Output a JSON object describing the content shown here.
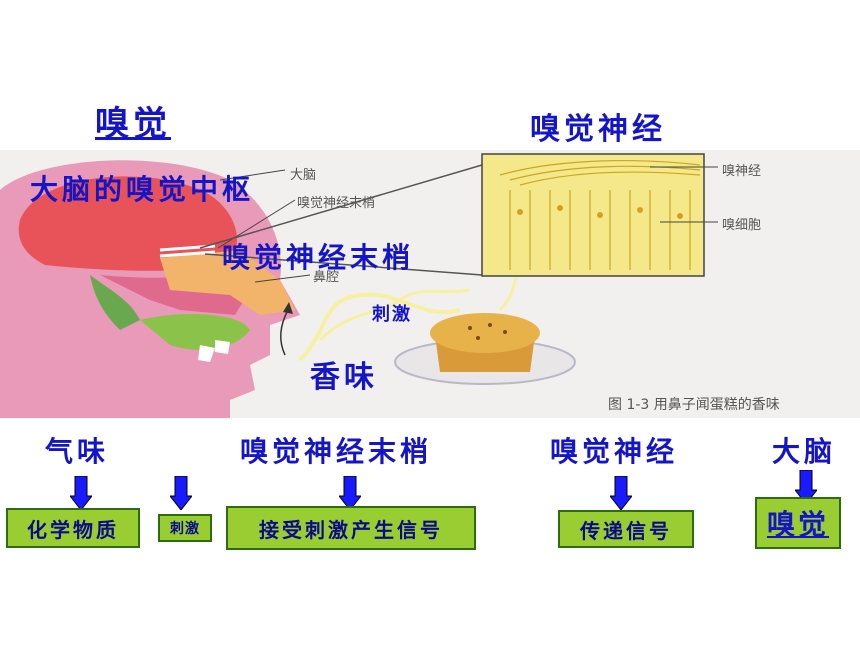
{
  "titles": {
    "left": "嗅觉",
    "right": "嗅觉神经"
  },
  "overlay": {
    "brain_center": "大脑的嗅觉中枢",
    "nerve_endings": "嗅觉神经末梢",
    "stimulus": "刺激",
    "smell": "香味"
  },
  "figure_labels": {
    "brain": "大脑",
    "nerve_endings": "嗅觉神经末梢",
    "nasal_cavity": "鼻腔",
    "olfactory_nerve": "嗅神经",
    "olfactory_cell": "嗅细胞",
    "caption": "图 1-3   用鼻子闻蛋糕的香味"
  },
  "flow": {
    "headers": [
      "气味",
      "嗅觉神经末梢",
      "嗅觉神经",
      "大脑"
    ],
    "boxes": [
      "化学物质",
      "刺激",
      "接受刺激产生信号",
      "传递信号",
      "嗅觉"
    ]
  },
  "colors": {
    "title_blue": "#1515c8",
    "box_fill": "#9acd32",
    "arrow_blue": "#1a1aff"
  }
}
